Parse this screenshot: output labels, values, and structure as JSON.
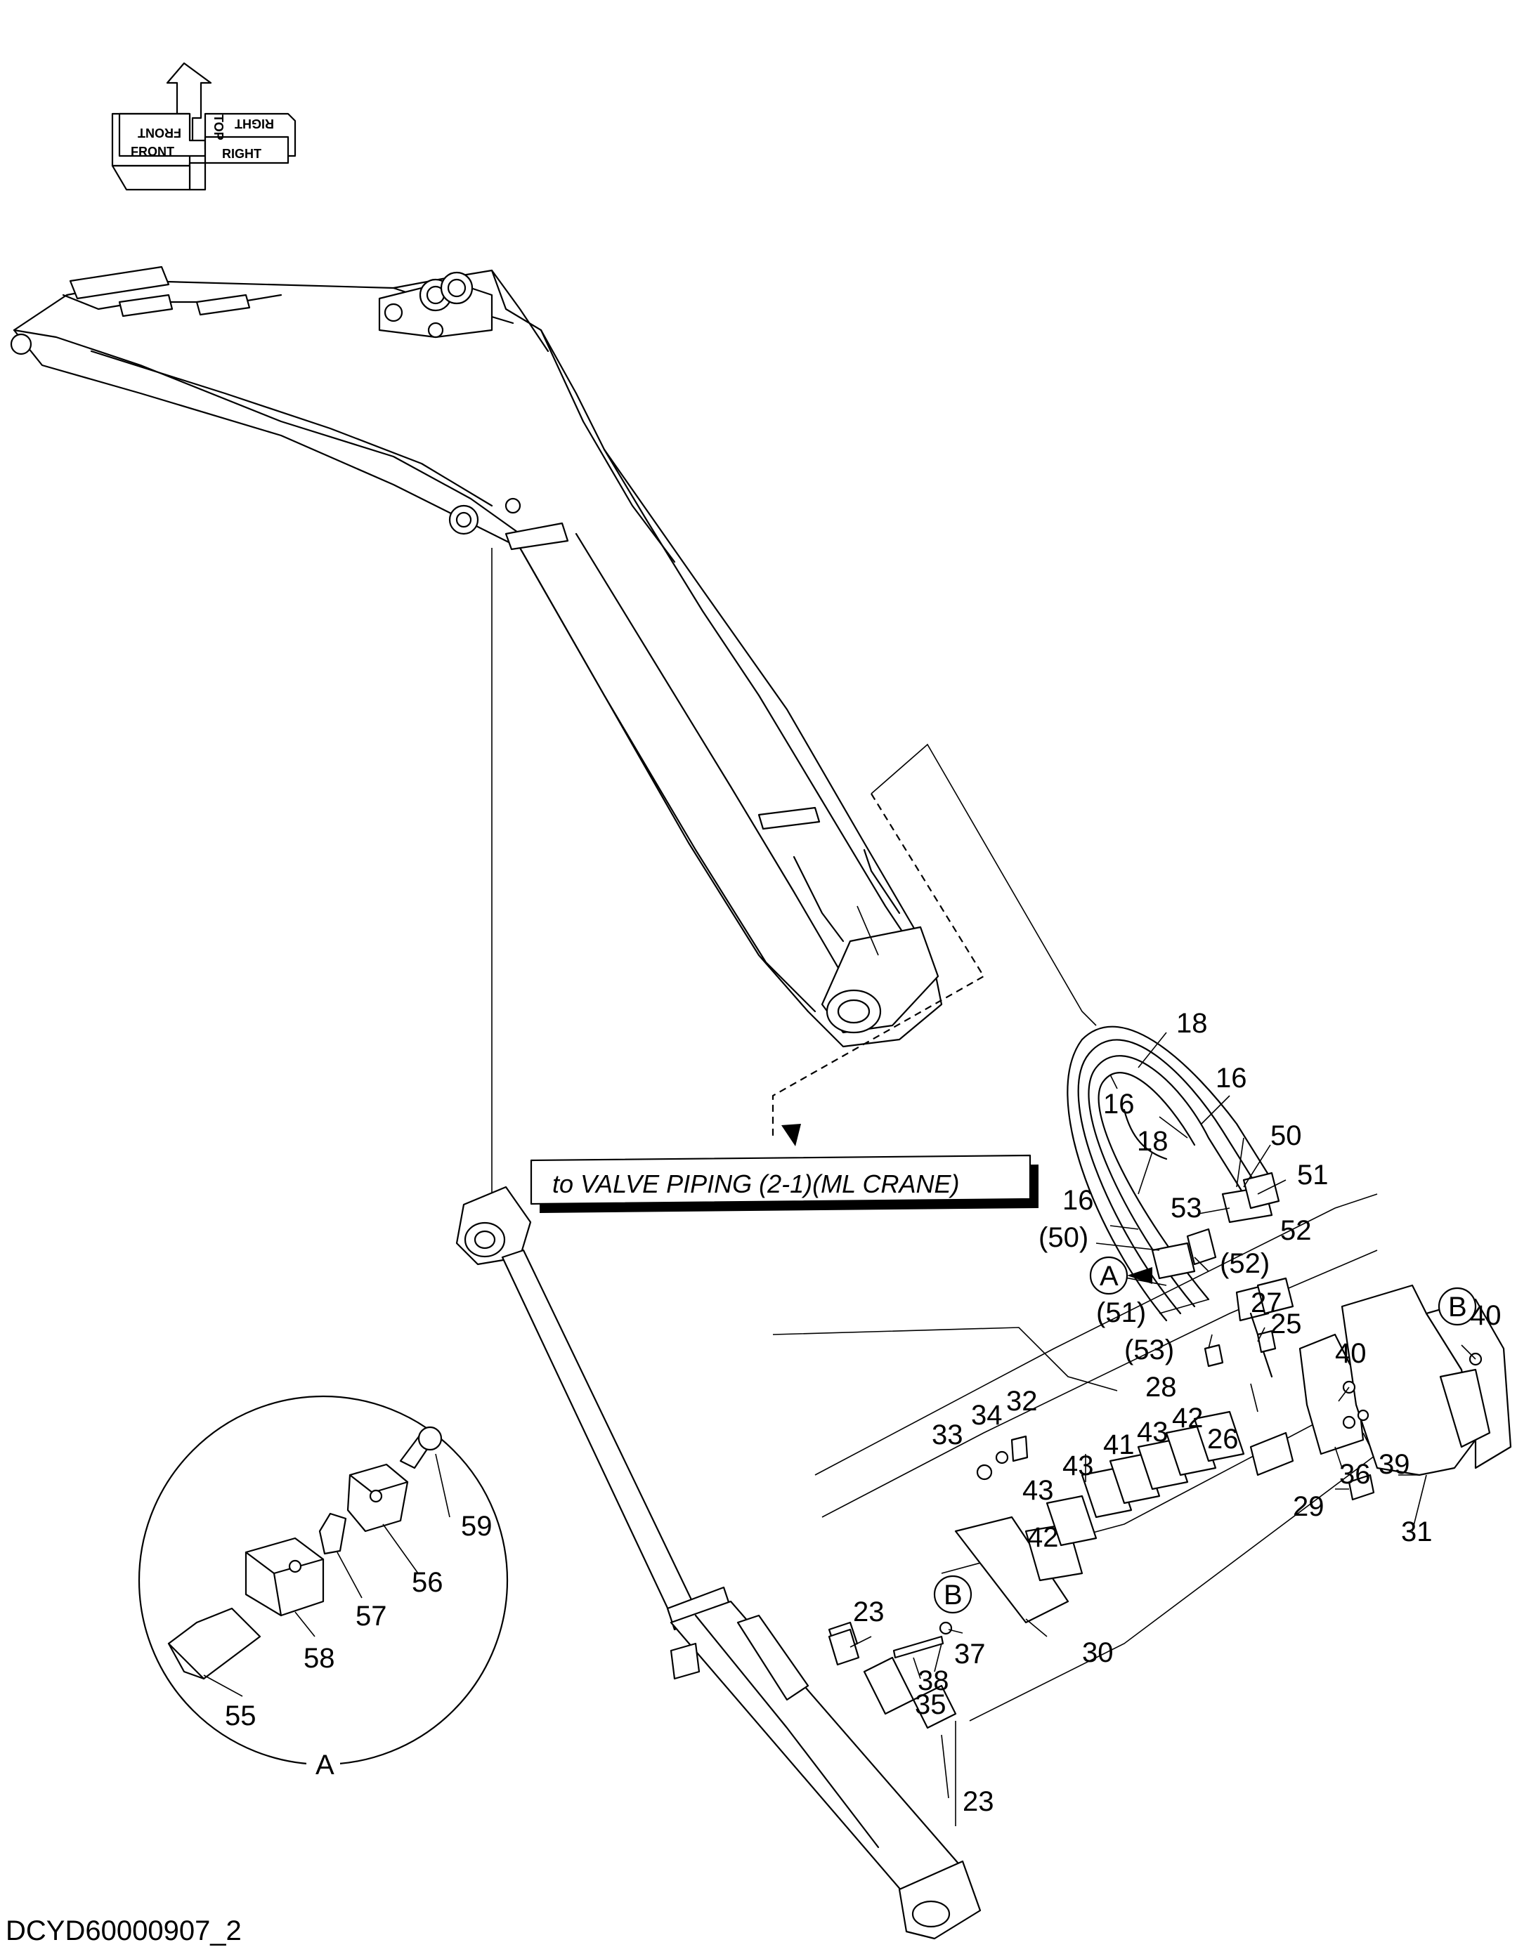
{
  "direction_indicator": {
    "front": "FRONT",
    "top": "TOP",
    "right": "RIGHT"
  },
  "note_box": {
    "text": "to VALVE PIPING (2-1)(ML CRANE)"
  },
  "detail_circle": {
    "label": "A"
  },
  "view_refs": {
    "a_marker": "A",
    "b_marker_upper": "B",
    "b_marker_lower": "B"
  },
  "callouts": {
    "c18a": "18",
    "c16a": "16",
    "c16b": "16",
    "c18b": "18",
    "c50": "50",
    "c51": "51",
    "c16c": "16",
    "c53": "53",
    "c52": "52",
    "c50p": "(50)",
    "c52p": "(52)",
    "c51p": "(51)",
    "c27": "27",
    "c53p": "(53)",
    "c25": "25",
    "c40a": "40",
    "c40b": "40",
    "c28": "28",
    "c33": "33",
    "c34": "34",
    "c32": "32",
    "c26": "26",
    "c36": "36",
    "c39": "39",
    "c41": "41",
    "c43a": "43",
    "c43b": "43",
    "c42a": "42",
    "c43c": "43",
    "c42b": "42",
    "c29": "29",
    "c31": "31",
    "c23a": "23",
    "c37": "37",
    "c30": "30",
    "c38": "38",
    "c35": "35",
    "c23b": "23",
    "c59": "59",
    "c56": "56",
    "c57": "57",
    "c58": "58",
    "c55": "55"
  },
  "drawing_code": "DCYD60000907_2"
}
